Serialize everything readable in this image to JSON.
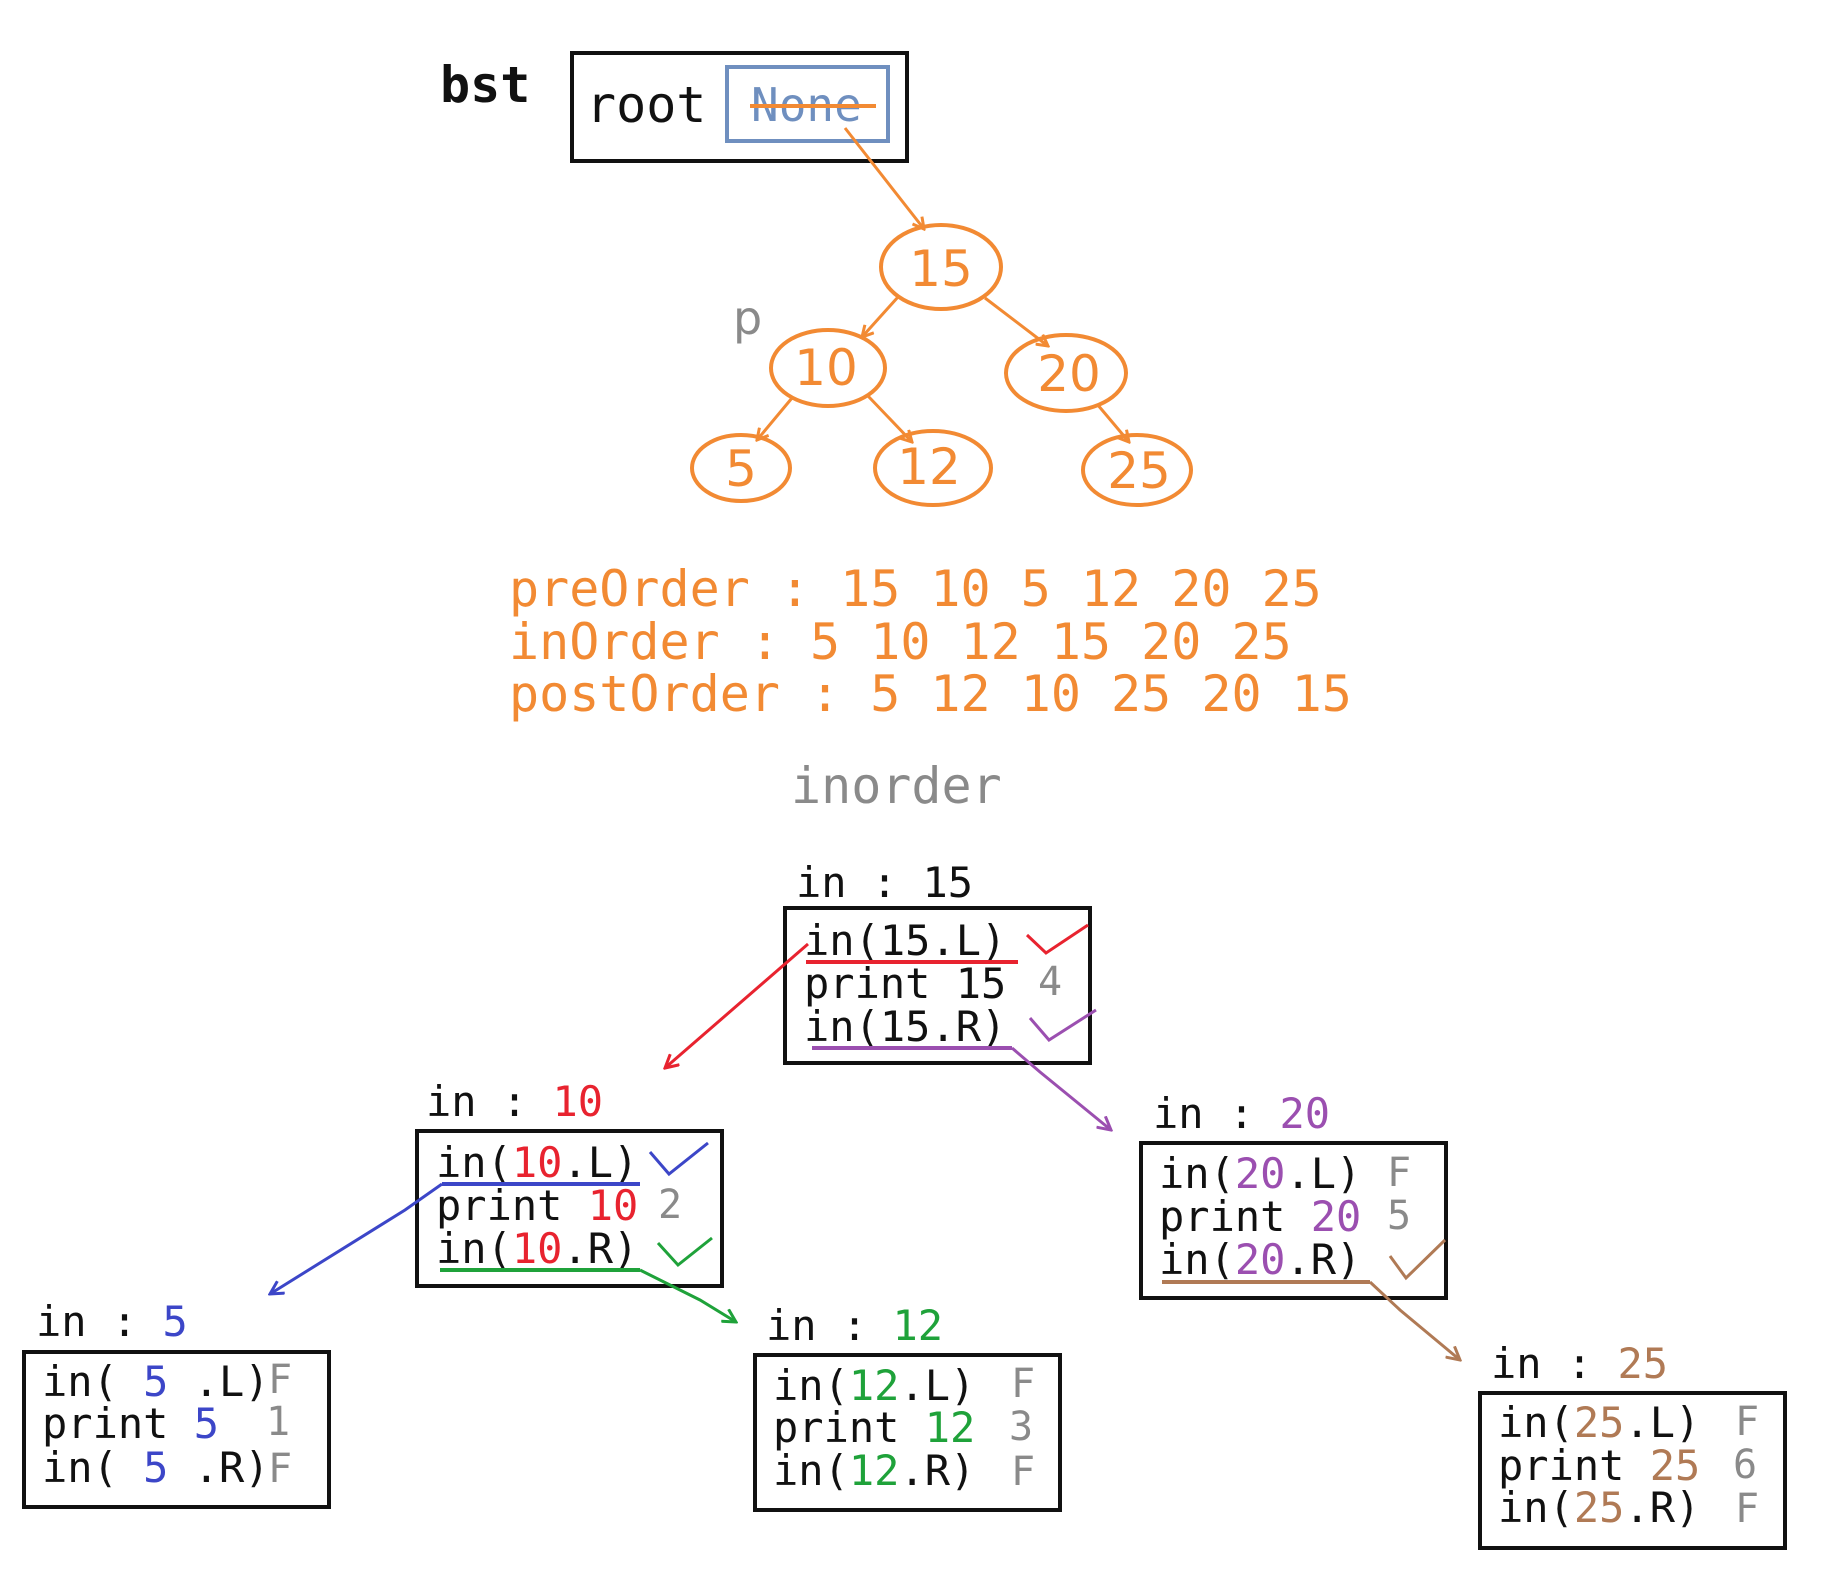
{
  "colors": {
    "black": "#111111",
    "orange": "#f28a33",
    "steel": "#6f8fbf",
    "gray": "#8a8a8a",
    "red": "#e8232f",
    "blue": "#3c46c8",
    "green": "#1fa23a",
    "purple": "#9b4fb0",
    "brown": "#b07a55"
  },
  "bst": {
    "label": "bst",
    "root_label": "root",
    "root_value": "None"
  },
  "tree": {
    "pointer_label": "p",
    "nodes": {
      "n15": "15",
      "n10": "10",
      "n20": "20",
      "n5": "5",
      "n12": "12",
      "n25": "25"
    }
  },
  "traversals": {
    "pre": "preOrder : 15 10 5 12 20 25",
    "in": "inOrder : 5 10 12 15 20 25",
    "post": "postOrder : 5 12 10 25 20 15"
  },
  "section_title": "inorder",
  "frames": {
    "f15": {
      "head": "in : ",
      "num": "15",
      "l1_a": "in(",
      "l1_n": "15",
      "l1_b": ".L)",
      "l2_a": "print ",
      "l2_n": "15",
      "l2_order": "4",
      "l3_a": "in(",
      "l3_n": "15",
      "l3_b": ".R)"
    },
    "f10": {
      "head": "in : ",
      "num": "10",
      "l1_a": "in(",
      "l1_n": "10",
      "l1_b": ".L)",
      "l2_a": "print ",
      "l2_n": "10",
      "l2_order": "2",
      "l3_a": "in(",
      "l3_n": "10",
      "l3_b": ".R)"
    },
    "f20": {
      "head": "in : ",
      "num": "20",
      "l1_a": "in(",
      "l1_n": "20",
      "l1_b": ".L)",
      "l1_flag": "F",
      "l2_a": "print ",
      "l2_n": "20",
      "l2_order": "5",
      "l3_a": "in(",
      "l3_n": "20",
      "l3_b": ".R)"
    },
    "f5": {
      "head": "in : ",
      "num": "5",
      "l1_a": "in( ",
      "l1_n": "5",
      "l1_b": " .L)",
      "l1_flag": "F",
      "l2_a": "print ",
      "l2_n": "5",
      "l2_order": "1",
      "l3_a": "in( ",
      "l3_n": "5",
      "l3_b": " .R)",
      "l3_flag": "F"
    },
    "f12": {
      "head": "in : ",
      "num": "12",
      "l1_a": "in(",
      "l1_n": "12",
      "l1_b": ".L)",
      "l1_flag": "F",
      "l2_a": "print ",
      "l2_n": "12",
      "l2_order": "3",
      "l3_a": "in(",
      "l3_n": "12",
      "l3_b": ".R)",
      "l3_flag": "F"
    },
    "f25": {
      "head": "in : ",
      "num": "25",
      "l1_a": "in(",
      "l1_n": "25",
      "l1_b": ".L)",
      "l1_flag": "F",
      "l2_a": "print ",
      "l2_n": "25",
      "l2_order": "6",
      "l3_a": "in(",
      "l3_n": "25",
      "l3_b": ".R)",
      "l3_flag": "F"
    }
  }
}
